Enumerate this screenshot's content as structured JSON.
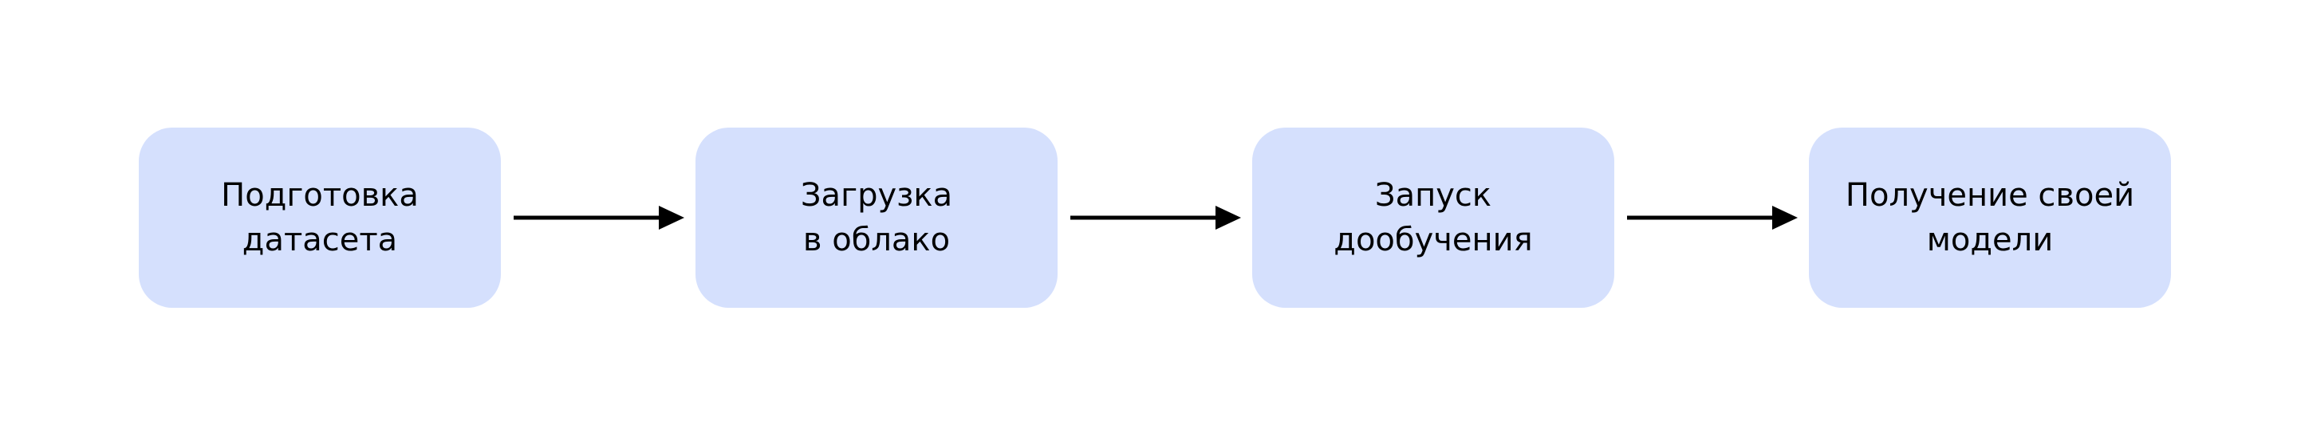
{
  "colors": {
    "box_fill": "#D5E0FD",
    "arrow": "#000000",
    "text": "#000000",
    "background": "#FFFFFF"
  },
  "steps": [
    {
      "line1": "Подготовка",
      "line2": "датасета"
    },
    {
      "line1": "Загрузка",
      "line2": "в облако"
    },
    {
      "line1": "Запуск",
      "line2": "дообучения"
    },
    {
      "line1": "Получение своей",
      "line2": "модели"
    }
  ],
  "arrows": [
    {
      "from": 0,
      "to": 1
    },
    {
      "from": 1,
      "to": 2
    },
    {
      "from": 2,
      "to": 3
    }
  ]
}
